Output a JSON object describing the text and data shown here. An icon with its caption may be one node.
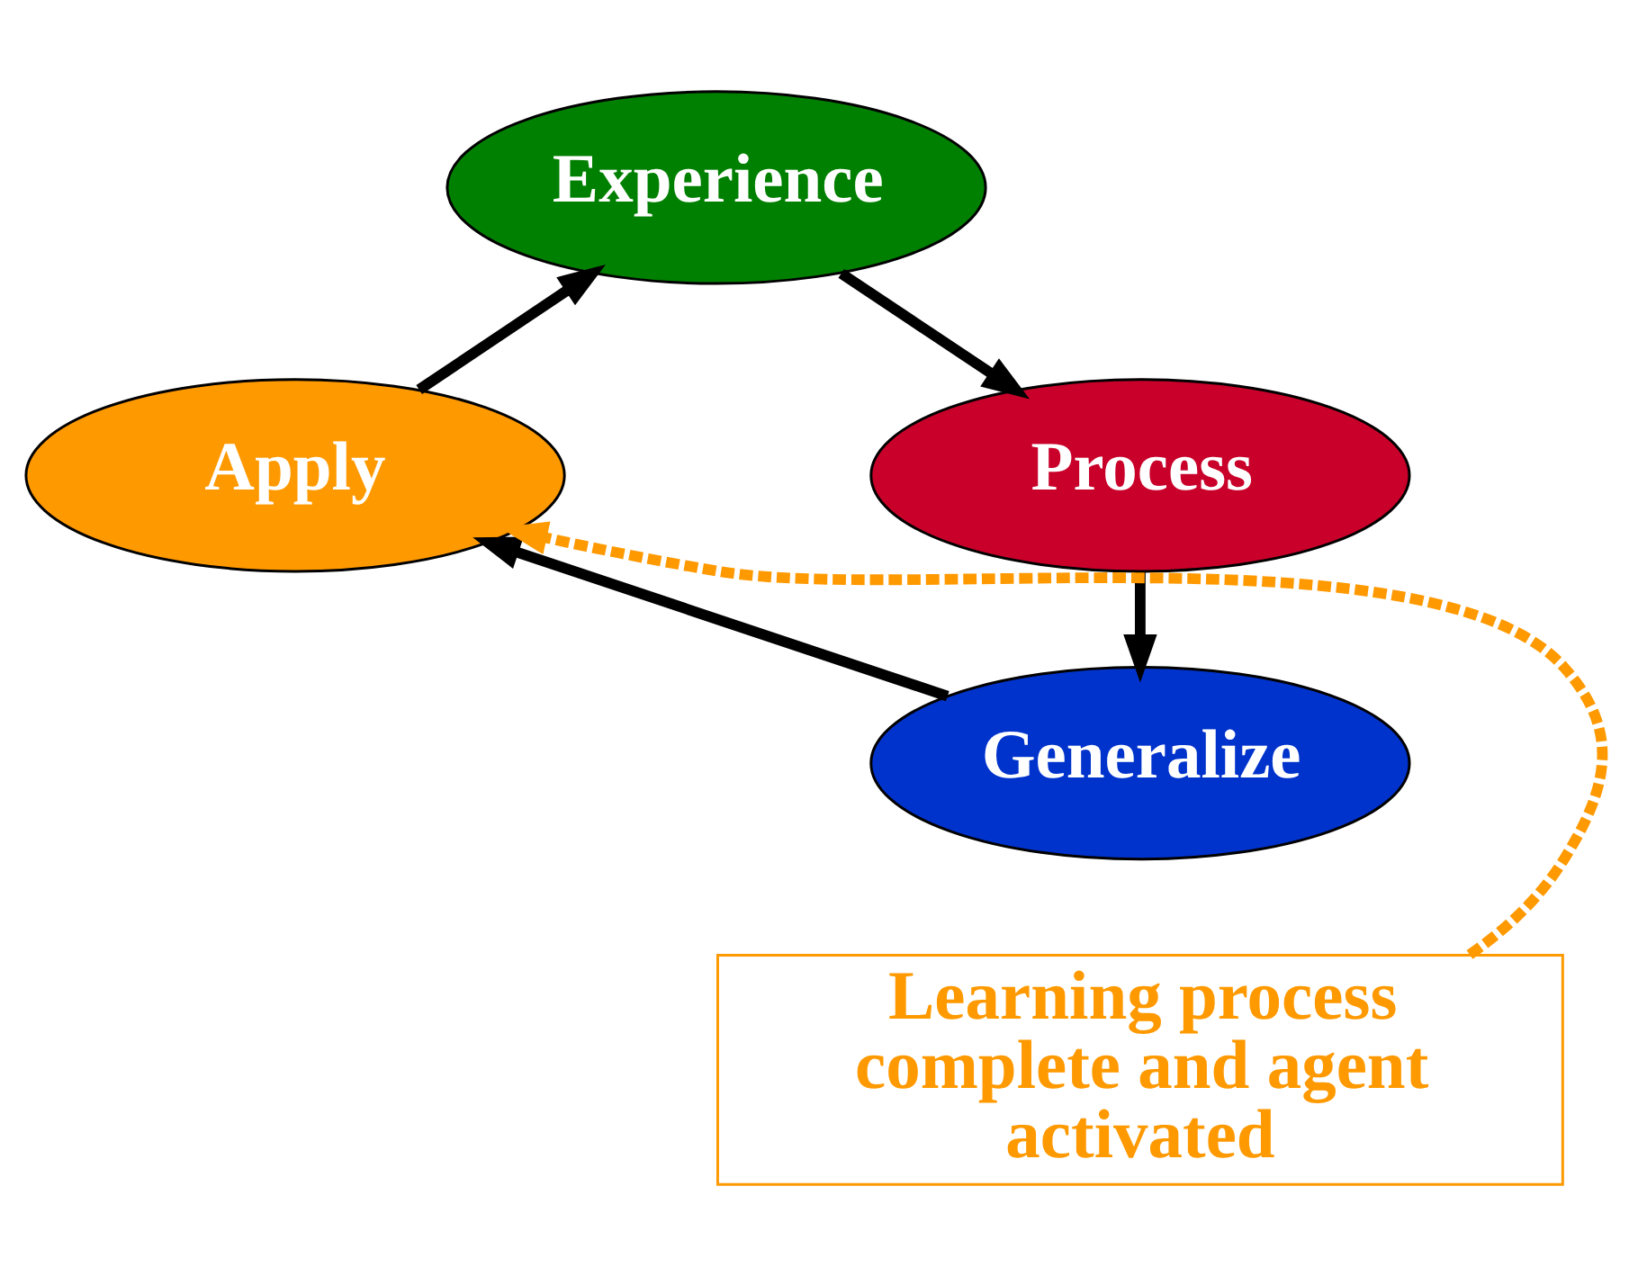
{
  "diagram": {
    "nodes": [
      {
        "text": [
          "Experience"
        ]
      },
      {
        "text": [
          "Process"
        ]
      },
      {
        "text": [
          "Generalize"
        ]
      },
      {
        "text": [
          "Apply"
        ]
      },
      {
        "text": [
          "Learning process complete and agent activated"
        ]
      }
    ],
    "edges": [
      {
        "from": 0,
        "to": 1,
        "arrow": "to"
      },
      {
        "from": 1,
        "to": 2,
        "arrow": "to"
      },
      {
        "from": 2,
        "to": 3,
        "arrow": "to"
      },
      {
        "from": 3,
        "to": 0,
        "arrow": "to"
      },
      {
        "from": 4,
        "to": 3,
        "arrow": "to",
        "style": "dashed",
        "color": "#ff9900"
      }
    ]
  }
}
